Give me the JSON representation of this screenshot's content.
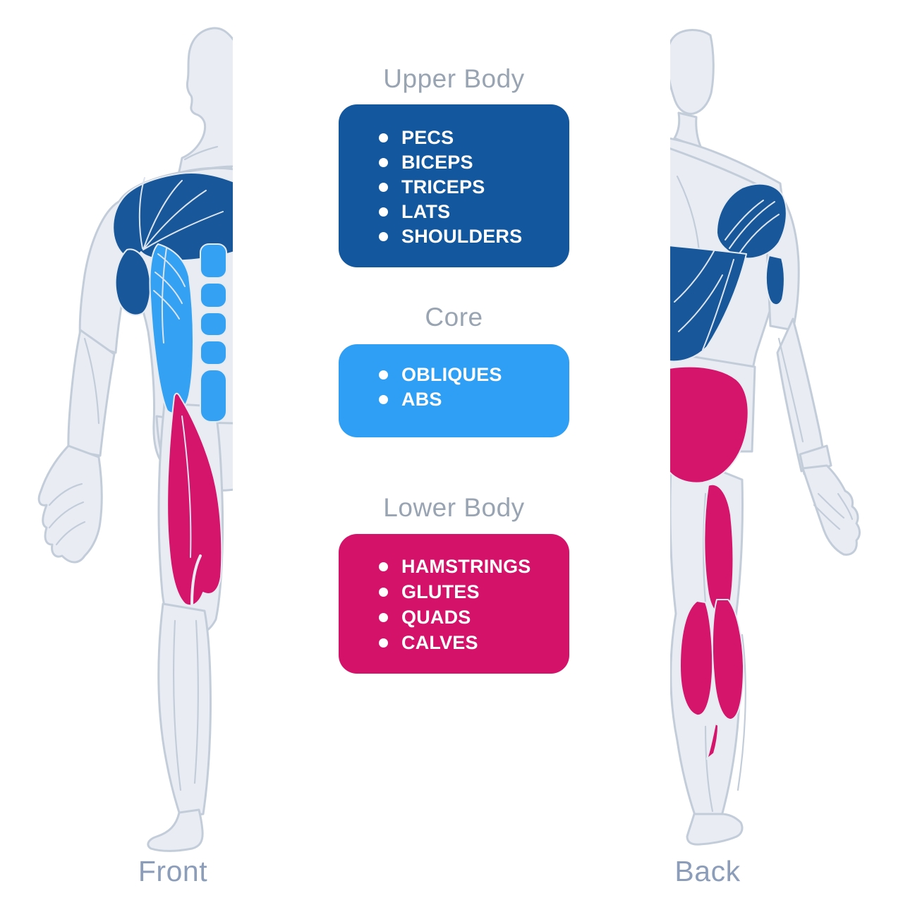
{
  "sections": [
    {
      "title": "Upper Body",
      "items": [
        "PECS",
        "BICEPS",
        "TRICEPS",
        "LATS",
        "SHOULDERS"
      ]
    },
    {
      "title": "Core",
      "items": [
        "OBLIQUES",
        "ABS"
      ]
    },
    {
      "title": "Lower Body",
      "items": [
        "HAMSTRINGS",
        "GLUTES",
        "QUADS",
        "CALVES"
      ]
    }
  ],
  "figures": {
    "front": {
      "label": "Front"
    },
    "back": {
      "label": "Back"
    }
  },
  "colors": {
    "upper_body": "#13589E",
    "core": "#2E9FF4",
    "lower_body": "#D4126A",
    "upper_body_muscle": "#17579A",
    "core_muscle": "#35A1F3",
    "lower_body_muscle": "#D5146B",
    "body_fill": "#E9EDF3",
    "body_outline": "#C3CDDA",
    "muscle_edge": "#E6EBF2",
    "streak": "#DCE4EF",
    "heading_text": "#99A4B3",
    "label_text": "#8C9DBA"
  }
}
